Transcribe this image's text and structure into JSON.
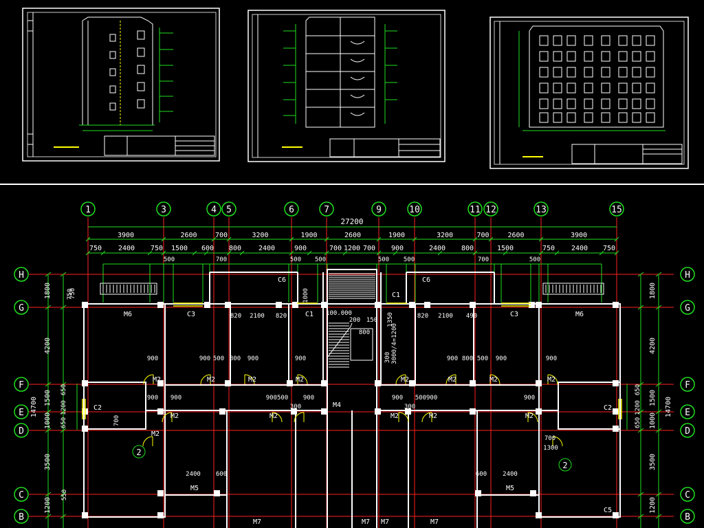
{
  "colors": {
    "background": "#000000",
    "axis_line": "#ff2020",
    "dimension_line": "#20e020",
    "wall": "#ffffff",
    "text": "#ffffff",
    "door": "#ffff33",
    "sheet_border": "#ffffff",
    "panel_divider": "#ffffff"
  },
  "thumbnails": [
    {
      "name": "side-elevation"
    },
    {
      "name": "section"
    },
    {
      "name": "front-elevation"
    }
  ],
  "plan": {
    "top_axes": [
      "1",
      "3",
      "4",
      "5",
      "6",
      "7",
      "9",
      "10",
      "11",
      "12",
      "13",
      "15"
    ],
    "side_axes": [
      "H",
      "G",
      "F",
      "E",
      "D",
      "C",
      "B"
    ],
    "overall_dimension": "27200",
    "dim_row1": [
      "3900",
      "2600",
      "700",
      "3200",
      "1900",
      "2600",
      "1900",
      "3200",
      "700",
      "2600",
      "3900"
    ],
    "dim_row2": [
      "750",
      "2400",
      "750",
      "1500",
      "600",
      "800",
      "2400",
      "900",
      "700",
      "1200",
      "700",
      "900",
      "2400",
      "800",
      "1500",
      "750",
      "2400",
      "750"
    ],
    "dim_row3": [
      "500",
      "700",
      "500",
      "500",
      "500",
      "500",
      "700",
      "500"
    ],
    "left_dims": [
      "1800",
      "4200",
      "1500",
      "1000",
      "3500",
      "1200"
    ],
    "left_total": "14700",
    "right_dims": [
      "1800",
      "4200",
      "1500",
      "1000",
      "3500",
      "1200"
    ],
    "right_total": "14700",
    "left_small": [
      "750",
      "650",
      "1200",
      "650"
    ],
    "right_small": [
      "650",
      "1200",
      "650"
    ],
    "labels": {
      "m6_tl": "M6",
      "c3_l": "C3",
      "c6_l": "C6",
      "c1_l": "C1",
      "c1_r": "C1",
      "c6_r": "C6",
      "c3_r": "C3",
      "m6_tr": "M6",
      "c2_l": "C2",
      "c2_r": "C2",
      "m2_1": "M2",
      "m2_2": "M2",
      "m2_3": "M2",
      "m2_4": "M2",
      "m2_5": "M2",
      "m2_6": "M2",
      "m2_7": "M2",
      "m2_8": "M2",
      "m2_9": "M2",
      "m2_10": "M2",
      "m2_11": "M2",
      "m2_12": "M2",
      "m2_13": "M2",
      "m2_14": "M2",
      "m5_l": "M5",
      "m5_r": "M5",
      "m7_1": "M7",
      "m7_2": "M7",
      "m7_3": "M7",
      "m7_4": "M7",
      "c5": "C5",
      "m4": "M4",
      "d2100_l": "2100",
      "d2100_r": "2100",
      "d820_1": "820",
      "d820_2": "820",
      "d820_3": "820",
      "d490": "490",
      "d900_1": "900",
      "d900_2": "900",
      "d900_3": "900",
      "d900_4": "900",
      "d900_5": "900",
      "d900_6": "900",
      "d900_7": "900",
      "d900_8": "900",
      "d900_9": "900",
      "d900_10": "900",
      "d900_11": "900",
      "d900_12": "900",
      "d500_a": "500",
      "d500_b": "500",
      "d800_a": "800",
      "d800_b": "800",
      "d9005_l": "900500",
      "d500900_r": "500900",
      "d300_l": "300",
      "d300_r": "300",
      "d2400_l": "2400",
      "d2400_r": "2400",
      "d600_a": "600",
      "d600_b": "600",
      "d1300": "1300",
      "d700_a": "700",
      "d700_b": "700",
      "d1000": "1000",
      "d100": "100.000",
      "d200": "200",
      "d150": "150",
      "d1350": "1350",
      "d3000": "3000/4=1200",
      "d800s": "800",
      "d300s": "300",
      "d750w": "750",
      "d550": "550",
      "circle_2_l": "2",
      "circle_2_r": "2"
    }
  }
}
